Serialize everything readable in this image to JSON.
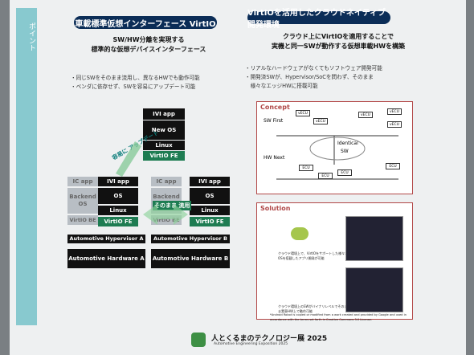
{
  "left": {
    "title": "車載標準仮想インターフェース VirtIO",
    "subtitle": [
      "SW/HW分離を実現する",
      "標準的な仮想デバイスインターフェース"
    ],
    "bullets": [
      "・同じSWをそのまま流用し、異なるHWでも動作可能",
      "・ベンダに依存せず、SWを容易にアップデート可能"
    ]
  },
  "right": {
    "title": "VirtIOを活用したクラウドネイティブ開発環境",
    "subtitle": [
      "クラウド上にVirtIOを適用することで",
      "実機と同一SWが動作する仮想車載HWを構築"
    ],
    "bullets": [
      "・リアルなハードウェアがなくてもソフトウェア開発可能",
      "・開発済SWが、Hypervisor/SoCを問わず、そのまま",
      "　様々なエッジHWに搭載可能"
    ]
  },
  "side": "ポイント",
  "stack": {
    "ivi": "IVI app",
    "newos": "New OS",
    "linux": "Linux",
    "virtiofe": "VirtIO FE",
    "ic": "IC app",
    "backend": "Backend OS",
    "virtiobe": "VirtIO BE",
    "os": "OS",
    "hv_a": "Automotive Hypervisor A",
    "hv_b": "Automotive Hypervisor B",
    "hw_a": "Automotive Hardware A",
    "hw_b": "Automotive Hardware B",
    "label1": "容易に アップデート",
    "label2": "そのまま 流用"
  },
  "concept": {
    "title": "Concept",
    "sw": "SW First",
    "identical": "Identical",
    "sw2": "SW",
    "hw": "HW Next",
    "node": "vECU",
    "ecu": "ECU"
  },
  "solution": {
    "title": "Solution",
    "c1": "クラウド環境上で、VirtIOをサポートした様々なOSを搭載したアプリ開発が可能",
    "c2": "クラウド環境上のSWがバイナリレベルでそのまま実車HW上で動作可能",
    "legal": "*Android Robot is copied or modified from a work created and provided by Google and used in accordance with the terms set forth in Creative Commons 3.0 License."
  },
  "footer": {
    "main": "人とくるまのテクノロジー展 2025",
    "sub": "Automotive Engineering Exposition 2025"
  }
}
